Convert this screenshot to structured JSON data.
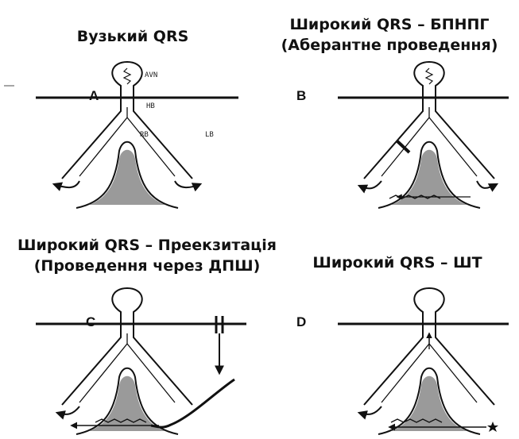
{
  "panels": {
    "a": {
      "title_lines": [
        "Вузький QRS"
      ],
      "letter": "A",
      "labels": {
        "avn": "AVN",
        "hb": "HB",
        "rb": "RB",
        "lb": "LB"
      }
    },
    "b": {
      "title_lines": [
        "Широкий QRS – БПНПГ",
        "(Аберантне проведення)"
      ],
      "letter": "B"
    },
    "c": {
      "title_lines": [
        "Широкий QRS – Преекзитація",
        "(Проведення через ДПШ)"
      ],
      "letter": "C"
    },
    "d": {
      "title_lines": [
        "Широкий QRS – ШТ"
      ],
      "letter": "D"
    }
  },
  "colors": {
    "line": "#111111",
    "myocardium_fill": "#9a9a9a"
  }
}
